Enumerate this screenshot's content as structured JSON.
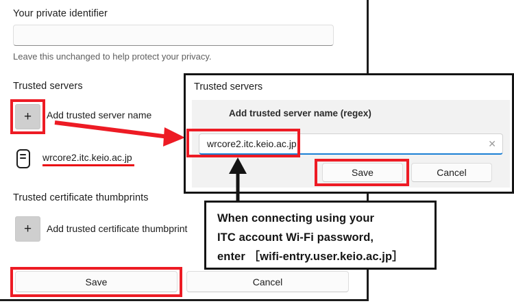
{
  "panel": {
    "private_identifier": {
      "label": "Your private identifier",
      "value": "",
      "hint": "Leave this unchanged to help protect your privacy."
    },
    "trusted_servers": {
      "heading": "Trusted servers",
      "add_icon": "plus-icon",
      "add_label": "Add trusted server name",
      "entries": [
        {
          "icon": "server-icon",
          "name": "wrcore2.itc.keio.ac.jp"
        }
      ]
    },
    "trusted_thumbprints": {
      "heading": "Trusted certificate thumbprints",
      "add_icon": "plus-icon",
      "add_label": "Add trusted certificate thumbprint"
    },
    "footer": {
      "save_label": "Save",
      "cancel_label": "Cancel"
    }
  },
  "dialog": {
    "title": "Trusted servers",
    "subtitle": "Add trusted server name (regex)",
    "input": {
      "value": "wrcore2.itc.keio.ac.jp",
      "placeholder": "",
      "clear_icon": "close-icon"
    },
    "save_label": "Save",
    "cancel_label": "Cancel"
  },
  "callout": {
    "lines": [
      "When connecting using your",
      "ITC account Wi-Fi password,",
      "enter ［wifi-entry.user.keio.ac.jp］"
    ]
  },
  "annotations": {
    "highlight_color": "#ed1b24",
    "arrow_red_name": "red-arrow-icon",
    "arrow_black_name": "black-arrow-icon",
    "focus_color": "#1a7fd4"
  }
}
